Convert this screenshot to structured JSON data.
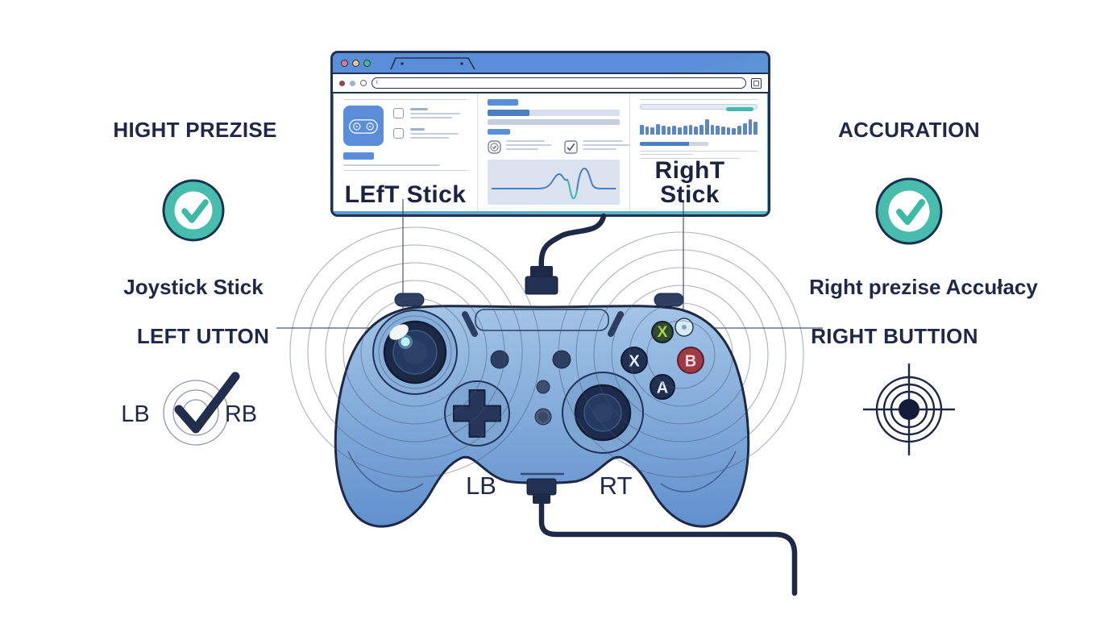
{
  "annotations": {
    "left_title": "HIGHT PREZISE",
    "left_subtitle": "Joystick Stick",
    "left_button_label": "LEFT UTTON",
    "lb_label": "LB",
    "rb_label": "RB",
    "right_title": "ACCURATION",
    "right_subtitle": "Right prezise Accułacy",
    "right_button_label": "RIGHT BUTTION",
    "bottom_left_label": "LB",
    "bottom_right_label": "RT"
  },
  "browser": {
    "left_panel": {
      "caption": "LEfT Stick"
    },
    "right_panel": {
      "caption": "RighT Stick",
      "bars": [
        52,
        46,
        42,
        58,
        50,
        44,
        48,
        40,
        50,
        55,
        44,
        54,
        85,
        55,
        50,
        44,
        40,
        34,
        48,
        62,
        82,
        70
      ],
      "progress_pct": 42
    }
  },
  "controller": {
    "face_buttons": [
      "X",
      "X",
      "A",
      "B"
    ]
  },
  "colors": {
    "accent_teal": "#45bcab",
    "browser_blue": "#5b8ed8",
    "frame_teal": "#5fbdc4",
    "navy_text": "#1f2847",
    "controller_light": "#a6c6e6",
    "controller_dark": "#6190cd",
    "button_red": "#9e3a46",
    "button_green_letter": "#a8d83e"
  }
}
